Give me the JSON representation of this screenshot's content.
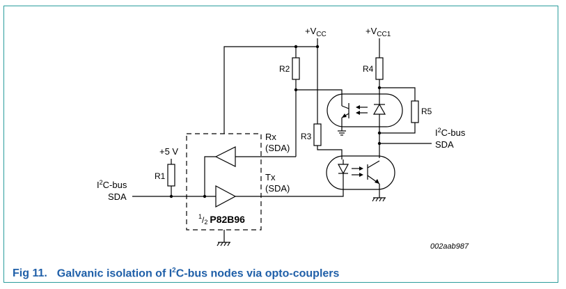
{
  "figure": {
    "caption_number": "Fig 11.",
    "caption_title_before_sup": "Galvanic isolation of I",
    "caption_sup": "2",
    "caption_title_after_sup": "C-bus nodes via opto-couplers",
    "code": "002aab987",
    "accent_color": "#1f5fa8",
    "frame_color": "#2a9c9c"
  },
  "labels": {
    "vcc_prefix": "+V",
    "vcc_sub": "CC",
    "vcc1_prefix": "+V",
    "vcc1_sub": "CC1",
    "plus5v": "+5 V",
    "r1": "R1",
    "r2": "R2",
    "r3": "R3",
    "r4": "R4",
    "r5": "R5",
    "rx": "Rx",
    "rx_sda": "(SDA)",
    "tx": "Tx",
    "tx_sda": "(SDA)",
    "chip_frac_num": "1",
    "chip_frac_den": "2",
    "chip_name": "P82B96",
    "left_bus_i": "I",
    "left_bus_sup": "2",
    "left_bus_rest": "C-bus",
    "left_bus_sda": "SDA",
    "right_bus_i": "I",
    "right_bus_sup": "2",
    "right_bus_rest": "C-bus",
    "right_bus_sda": "SDA"
  }
}
